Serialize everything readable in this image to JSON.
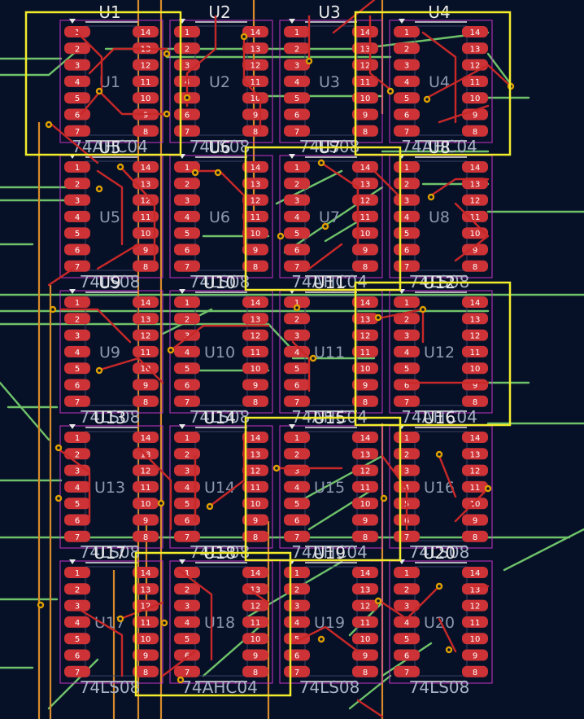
{
  "colors": {
    "background": "#061127",
    "pad": "#cc3236",
    "pad_label": "#ffffff",
    "courtyard": "#c832c8",
    "silkscreen": "#e6e6e6",
    "ref_text": "#e8e8e8",
    "value_text": "#a9b3c6",
    "fab_text": "#8c97ad",
    "trace_front": "#c82828",
    "trace_back": "#6fc26a",
    "trace_alt": "#d98a2a",
    "selection": "#f2ec2a"
  },
  "layout": {
    "cols": 4,
    "rows": 5
  },
  "pin_numbers": {
    "left": [
      "1",
      "2",
      "3",
      "4",
      "5",
      "6",
      "7"
    ],
    "right": [
      "14",
      "13",
      "12",
      "11",
      "10",
      "9",
      "8"
    ]
  },
  "components": [
    {
      "ref": "U1",
      "value": "74AHC04",
      "selected": true
    },
    {
      "ref": "U2",
      "value": "74LS08",
      "selected": false
    },
    {
      "ref": "U3",
      "value": "74LS08",
      "selected": false
    },
    {
      "ref": "U4",
      "value": "74AHC04",
      "selected": true
    },
    {
      "ref": "U5",
      "value": "74LS08",
      "selected": false
    },
    {
      "ref": "U6",
      "value": "74LS08",
      "selected": false
    },
    {
      "ref": "U7",
      "value": "74AHC04",
      "selected": true
    },
    {
      "ref": "U8",
      "value": "74LS08",
      "selected": false
    },
    {
      "ref": "U9",
      "value": "74LS08",
      "selected": false
    },
    {
      "ref": "U10",
      "value": "74LS08",
      "selected": false
    },
    {
      "ref": "U11",
      "value": "74AHC04",
      "selected": false
    },
    {
      "ref": "U12",
      "value": "74AHC04",
      "selected": true
    },
    {
      "ref": "U13",
      "value": "74LS08",
      "selected": false
    },
    {
      "ref": "U14",
      "value": "74LS08",
      "selected": false
    },
    {
      "ref": "U15",
      "value": "74AHC04",
      "selected": true
    },
    {
      "ref": "U16",
      "value": "74LS08",
      "selected": false
    },
    {
      "ref": "U17",
      "value": "74LS08",
      "selected": false
    },
    {
      "ref": "U18",
      "value": "74AHC04",
      "selected": true
    },
    {
      "ref": "U19",
      "value": "74LS08",
      "selected": false
    },
    {
      "ref": "U20",
      "value": "74LS08",
      "selected": false
    }
  ]
}
